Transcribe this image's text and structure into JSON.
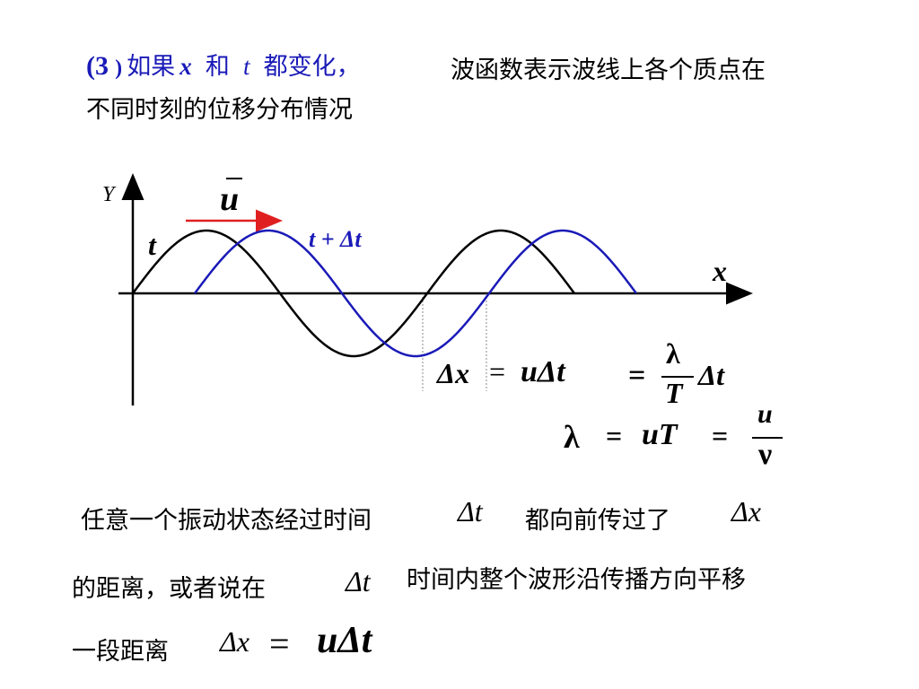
{
  "heading": {
    "num": "(3",
    "paren": ")",
    "ruguo": "如果",
    "var_x": "x",
    "he": "和",
    "var_t": "t",
    "dou_bianhua": "都变化，",
    "rest_line1": "波函数表示波线上各个质点在",
    "line2": "不同时刻的位移分布情况"
  },
  "diagram": {
    "y_axis_label": "Y",
    "x_axis_label": "x",
    "velocity_label": "u",
    "curve_t_label": "t",
    "curve_tdt_label": "t + Δt",
    "colors": {
      "wave_t": "#000000",
      "wave_tdt": "#1a1ab8",
      "arrow": "#e02020"
    }
  },
  "formulas": {
    "dx": "Δx",
    "eq1": "=",
    "udt": "uΔt",
    "eq2": "=",
    "frac_num": "λ",
    "frac_den": "T",
    "frac_dt": "Δt",
    "lambda": "λ",
    "eq3": "=",
    "uT": "uT",
    "eq4": "=",
    "u": "u",
    "nu": "ν"
  },
  "body": {
    "l1_a": "任意一个振动状态经过时间",
    "l1_dt": "Δt",
    "l1_b": "都向前传过了",
    "l1_dx": "Δx",
    "l2_a": "的距离，或者说在",
    "l2_dt": "Δt",
    "l2_b": "时间内整个波形沿传播方向平移",
    "l3_a": "一段距离",
    "l3_dx": "Δx",
    "l3_eq": "=",
    "l3_udt": "uΔt"
  }
}
